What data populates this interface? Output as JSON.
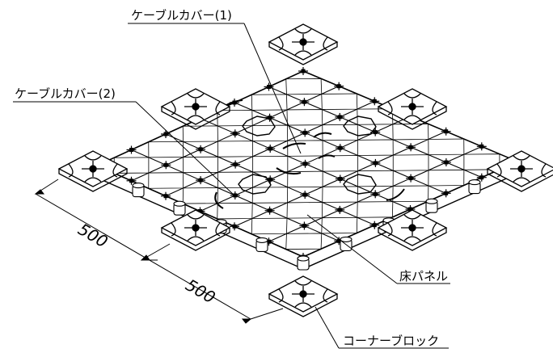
{
  "labels": {
    "cable_cover_1": "ケーブルカバー(1)",
    "cable_cover_2": "ケーブルカバー(2)",
    "floor_panel": "床パネル",
    "corner_block": "コーナーブロック"
  },
  "dimensions": {
    "dim_1": "500",
    "dim_2": "500"
  },
  "colors": {
    "line": "#000000",
    "background": "#ffffff"
  },
  "icons": {
    "corner_block": "corner-block-shape",
    "grid_node": "small-cross-node"
  }
}
